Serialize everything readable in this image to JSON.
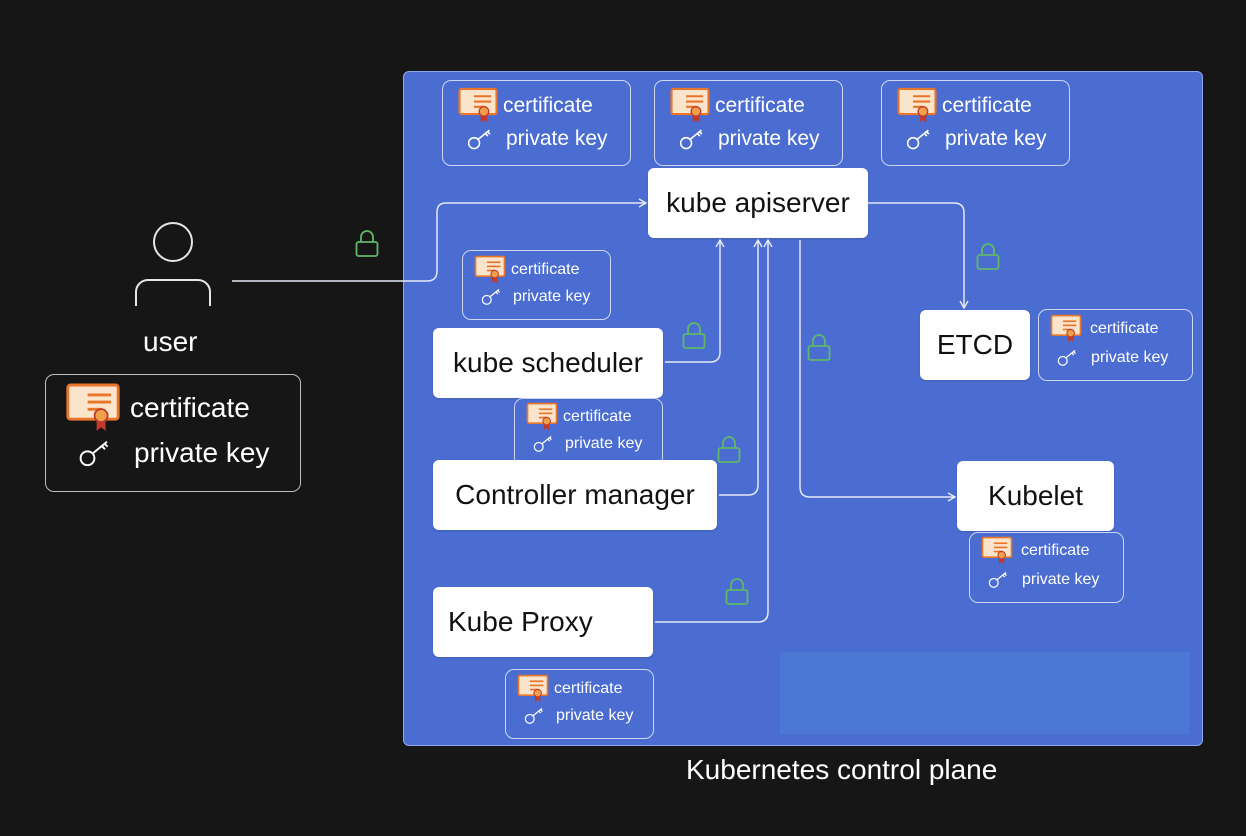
{
  "plane": {
    "label": "Kubernetes control plane"
  },
  "user": {
    "label": "user",
    "credentials": {
      "certificate": "certificate",
      "private_key": "private key"
    }
  },
  "components": {
    "apiserver": {
      "label": "kube apiserver"
    },
    "scheduler": {
      "label": "kube scheduler"
    },
    "controller": {
      "label": "Controller manager"
    },
    "proxy": {
      "label": "Kube Proxy"
    },
    "etcd": {
      "label": "ETCD"
    },
    "kubelet": {
      "label": "Kubelet"
    }
  },
  "cards": [
    {
      "certificate": "certificate",
      "private_key": "private key"
    },
    {
      "certificate": "certificate",
      "private_key": "private key"
    },
    {
      "certificate": "certificate",
      "private_key": "private key"
    },
    {
      "certificate": "certificate",
      "private_key": "private key"
    },
    {
      "certificate": "certificate",
      "private_key": "private key"
    },
    {
      "certificate": "certificate",
      "private_key": "private key"
    },
    {
      "certificate": "certificate",
      "private_key": "private key"
    },
    {
      "certificate": "certificate",
      "private_key": "private key"
    }
  ],
  "icons": {
    "certificate": "certificate-icon",
    "key": "key-icon",
    "lock": "lock-icon",
    "user": "user-icon"
  },
  "colors": {
    "plane": "#4b6dd1",
    "background": "#161616",
    "lock": "#5fb86a",
    "certificate_accent": "#e8752a",
    "node": "#ffffff"
  }
}
